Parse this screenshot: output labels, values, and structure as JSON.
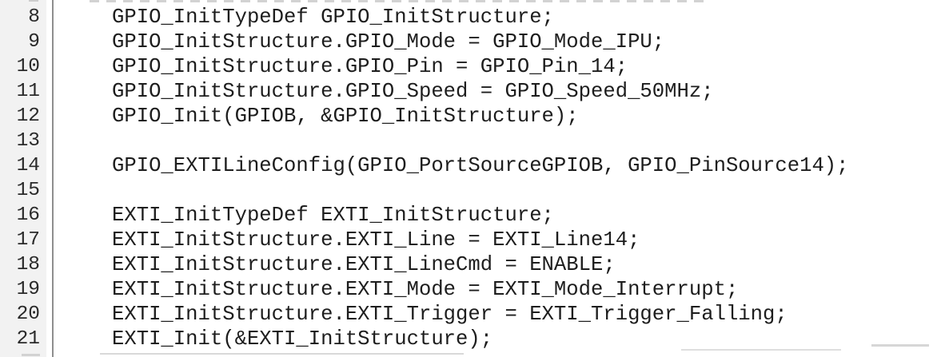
{
  "editor": {
    "colors": {
      "background": "#ffffff",
      "gutter_bg": "#f2f2f2",
      "separator": "#8e8e8e",
      "code_text": "#1d1d1d",
      "line_number_text": "#2a2a2a"
    },
    "lines": [
      {
        "number": "8",
        "code": "GPIO_InitTypeDef GPIO_InitStructure;"
      },
      {
        "number": "9",
        "code": "GPIO_InitStructure.GPIO_Mode = GPIO_Mode_IPU;"
      },
      {
        "number": "10",
        "code": "GPIO_InitStructure.GPIO_Pin = GPIO_Pin_14;"
      },
      {
        "number": "11",
        "code": "GPIO_InitStructure.GPIO_Speed = GPIO_Speed_50MHz;"
      },
      {
        "number": "12",
        "code": "GPIO_Init(GPIOB, &GPIO_InitStructure);"
      },
      {
        "number": "13",
        "code": ""
      },
      {
        "number": "14",
        "code": "GPIO_EXTILineConfig(GPIO_PortSourceGPIOB, GPIO_PinSource14);"
      },
      {
        "number": "15",
        "code": ""
      },
      {
        "number": "16",
        "code": "EXTI_InitTypeDef EXTI_InitStructure;"
      },
      {
        "number": "17",
        "code": "EXTI_InitStructure.EXTI_Line = EXTI_Line14;"
      },
      {
        "number": "18",
        "code": "EXTI_InitStructure.EXTI_LineCmd = ENABLE;"
      },
      {
        "number": "19",
        "code": "EXTI_InitStructure.EXTI_Mode = EXTI_Mode_Interrupt;"
      },
      {
        "number": "20",
        "code": "EXTI_InitStructure.EXTI_Trigger = EXTI_Trigger_Falling;"
      },
      {
        "number": "21",
        "code": "EXTI_Init(&EXTI_InitStructure);"
      }
    ]
  }
}
